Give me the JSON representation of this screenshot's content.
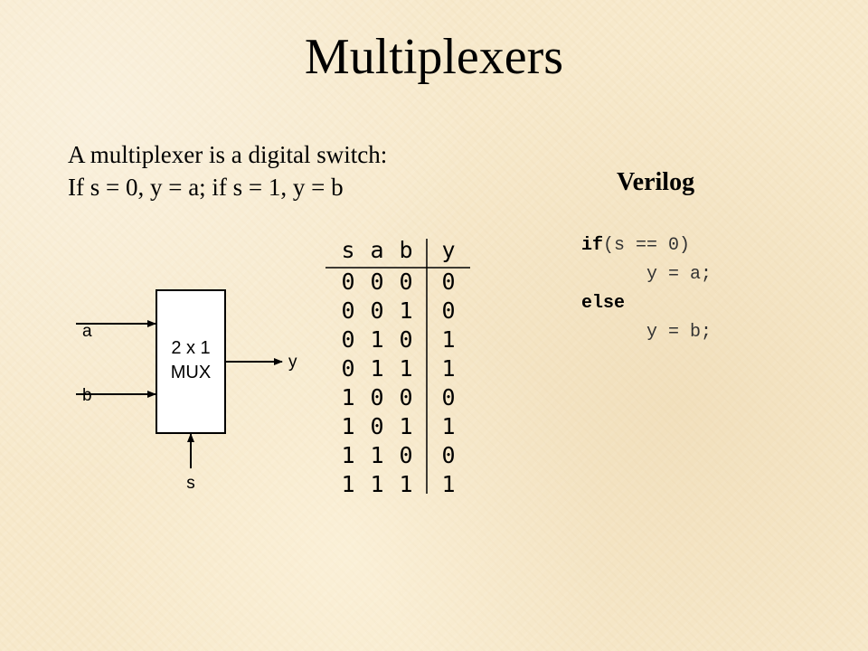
{
  "slide": {
    "title": "Multiplexers",
    "description": [
      "A multiplexer is a digital switch:",
      "If s = 0, y = a; if s = 1, y = b"
    ]
  },
  "mux": {
    "label_lines": [
      "2 x 1",
      "MUX"
    ],
    "inputs": [
      "a",
      "b"
    ],
    "output": "y",
    "select": "s"
  },
  "truth_table": {
    "headers": [
      "s",
      "a",
      "b",
      "y"
    ],
    "rows": [
      [
        "0",
        "0",
        "0",
        "0"
      ],
      [
        "0",
        "0",
        "1",
        "0"
      ],
      [
        "0",
        "1",
        "0",
        "1"
      ],
      [
        "0",
        "1",
        "1",
        "1"
      ],
      [
        "1",
        "0",
        "0",
        "0"
      ],
      [
        "1",
        "0",
        "1",
        "1"
      ],
      [
        "1",
        "1",
        "0",
        "0"
      ],
      [
        "1",
        "1",
        "1",
        "1"
      ]
    ]
  },
  "verilog": {
    "heading": "Verilog",
    "code": [
      {
        "kw": "if",
        "rest": "(s == 0)"
      },
      {
        "kw": "",
        "rest": "      y = a;"
      },
      {
        "kw": "else",
        "rest": ""
      },
      {
        "kw": "",
        "rest": "      y = b;"
      }
    ]
  }
}
